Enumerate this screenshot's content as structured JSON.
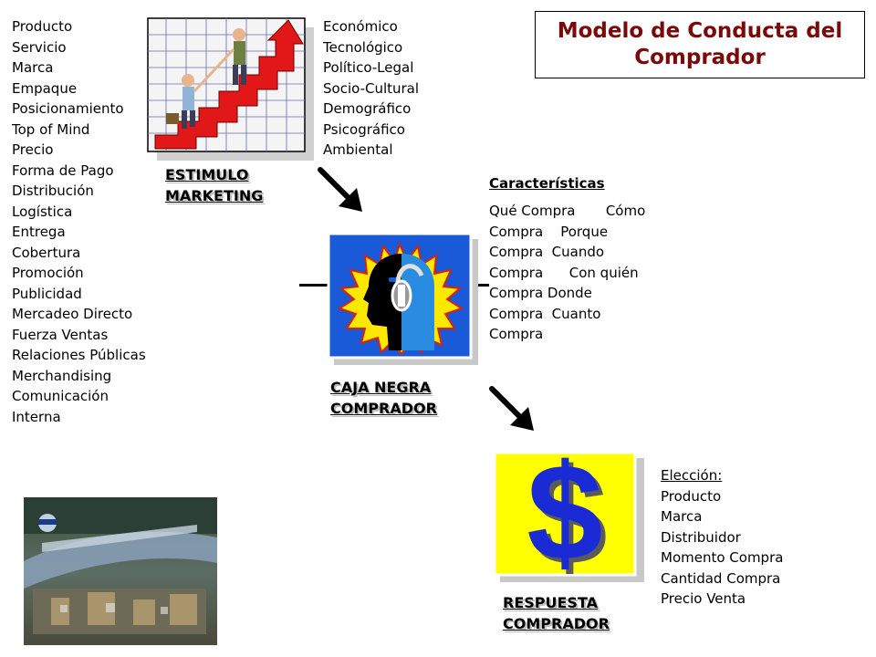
{
  "title": "Modelo de Conducta del Comprador",
  "marketing_list": [
    "Producto",
    "Servicio",
    "Marca",
    "Empaque",
    "Posicionamiento",
    "Top of Mind",
    "Precio",
    "Forma de Pago",
    "Distribución",
    "Logística",
    "Entrega",
    "Cobertura",
    "Promoción",
    "Publicidad",
    "Mercadeo Directo",
    "Fuerza Ventas",
    "Relaciones Públicas",
    "Merchandising",
    "Comunicación",
    "Interna"
  ],
  "environment_list": [
    "Económico",
    "Tecnológico",
    "Político-Legal",
    "Socio-Cultural",
    "Demográfico",
    "Psicográfico",
    "Ambiental"
  ],
  "stimulus_label": [
    "ESTIMULO",
    "MARKETING"
  ],
  "black_box_label": [
    "CAJA NEGRA",
    "COMPRADOR"
  ],
  "response_label": [
    "RESPUESTA",
    "COMPRADOR"
  ],
  "characteristics": {
    "heading": "Características",
    "lines": [
      "Qué Compra       Cómo",
      "Compra    Porque",
      "Compra  Cuando",
      "Compra      Con quién",
      "Compra Donde",
      "Compra  Cuanto",
      "Compra"
    ]
  },
  "choice": {
    "heading": "Elección:",
    "items": [
      "Producto",
      "Marca",
      "Distribuidor",
      "Momento Compra",
      "Cantidad Compra",
      "Precio Venta"
    ]
  },
  "icons": {
    "stimulus": "rising-stairs-arrow-icon",
    "black_box": "head-with-headphones-icon",
    "response": "dollar-sign-icon",
    "photo": "factory-photo"
  },
  "dollar_symbol": "$",
  "colors": {
    "title": "#7a0a0a",
    "arrow": "#000000",
    "dollar_bg": "#ffff00",
    "dollar_fg": "#1a2bd6"
  }
}
